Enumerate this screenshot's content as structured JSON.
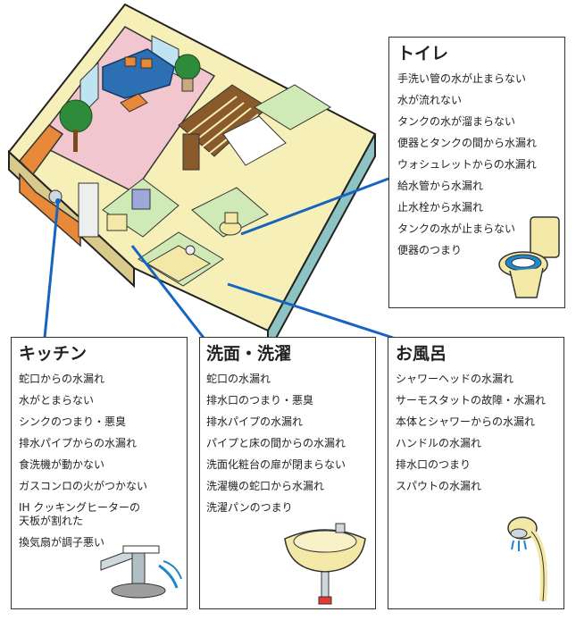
{
  "colors": {
    "leader_line": "#1565c0",
    "floor_pink": "#f2c6cf",
    "floor_green": "#cfe9b7",
    "wall_yellow": "#f6f0b8",
    "stair_brown": "#8b5a2b",
    "sofa_blue": "#2d6fb3",
    "kitchen_orange": "#e8893a"
  },
  "icons": {
    "toilet": "toilet-icon",
    "faucet": "faucet-icon",
    "sink": "washbasin-icon",
    "shower": "shower-head-icon"
  },
  "toilet": {
    "title": "トイレ",
    "items": [
      "手洗い管の水が止まらない",
      "水が流れない",
      "タンクの水が溜まらない",
      "便器とタンクの間から水漏れ",
      "ウォシュレットからの水漏れ",
      "給水管から水漏れ",
      "止水栓から水漏れ",
      "タンクの水が止まらない",
      "便器のつまり"
    ]
  },
  "kitchen": {
    "title": "キッチン",
    "items": [
      "蛇口からの水漏れ",
      "水がとまらない",
      "シンクのつまり・悪臭",
      "排水パイプからの水漏れ",
      "食洗機が動かない",
      "ガスコンロの火がつかない",
      "IH クッキングヒーターの\n天板が割れた",
      "換気扇が調子悪い"
    ]
  },
  "wash": {
    "title": "洗面・洗濯",
    "items": [
      "蛇口の水漏れ",
      "排水口のつまり・悪臭",
      "排水パイプの水漏れ",
      "パイプと床の間からの水漏れ",
      "洗面化粧台の扉が閉まらない",
      "洗濯機の蛇口から水漏れ",
      "洗濯パンのつまり"
    ]
  },
  "bath": {
    "title": "お風呂",
    "items": [
      "シャワーヘッドの水漏れ",
      "サーモスタットの故障・水漏れ",
      "本体とシャワーからの水漏れ",
      "ハンドルの水漏れ",
      "排水口のつまり",
      "スパウトの水漏れ"
    ]
  }
}
